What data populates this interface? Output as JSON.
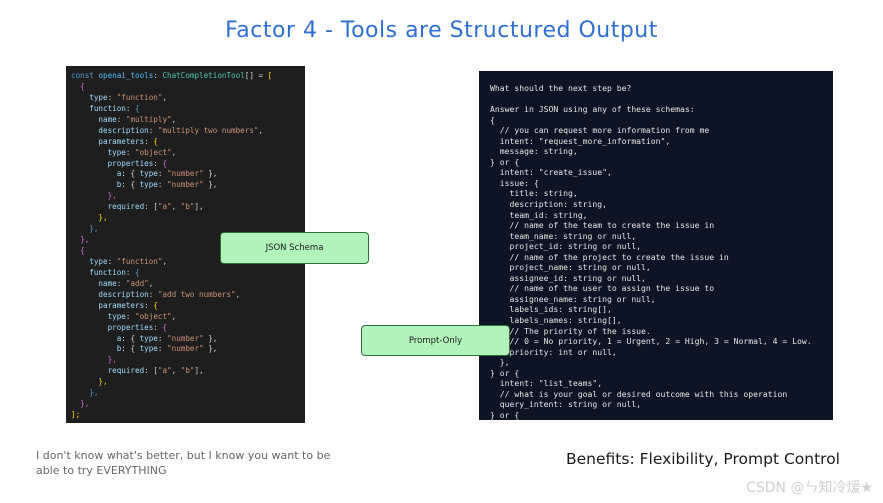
{
  "title": "Factor 4 - Tools are Structured Output",
  "colors": {
    "title": "#2f6fd1",
    "label_fill": "#b2f2bb",
    "label_stroke": "#2f6f3a",
    "code_left_bg": "#1e1e1e",
    "code_right_bg": "#0d1424",
    "tok_kw": "#569cd6",
    "tok_key": "#9cdcfe",
    "tok_str": "#ce9178",
    "tok_type": "#4ec9b0",
    "tok_punct": "#d4d4d4",
    "tok_bracket": "#ffd700",
    "tok_bracket2": "#da70d6",
    "tok_var": "#4fc1ff"
  },
  "labels": {
    "json_schema": "JSON Schema",
    "prompt_only": "Prompt-Only"
  },
  "caption": "I don't know what's better, but I know you want to be able to try EVERYTHING",
  "benefits": "Benefits: Flexibility, Prompt Control",
  "watermark": "CSDN @ㄣ知冷煖★",
  "code_left": [
    [
      [
        "const ",
        "kw"
      ],
      [
        "openai_tools",
        "var"
      ],
      [
        ": ",
        "punct"
      ],
      [
        "ChatCompletionTool",
        "type"
      ],
      [
        "[] = ",
        "punct"
      ],
      [
        "[",
        "bracket"
      ]
    ],
    [
      [
        "  ",
        "punct"
      ],
      [
        "{",
        "bracket2"
      ]
    ],
    [
      [
        "    type",
        "key"
      ],
      [
        ": ",
        "punct"
      ],
      [
        "\"function\"",
        "str"
      ],
      [
        ",",
        "punct"
      ]
    ],
    [
      [
        "    function",
        "key"
      ],
      [
        ": ",
        "punct"
      ],
      [
        "{",
        "kw"
      ]
    ],
    [
      [
        "      name",
        "key"
      ],
      [
        ": ",
        "punct"
      ],
      [
        "\"multiply\"",
        "str"
      ],
      [
        ",",
        "punct"
      ]
    ],
    [
      [
        "      description",
        "key"
      ],
      [
        ": ",
        "punct"
      ],
      [
        "\"multiply two numbers\"",
        "str"
      ],
      [
        ",",
        "punct"
      ]
    ],
    [
      [
        "      parameters",
        "key"
      ],
      [
        ": ",
        "punct"
      ],
      [
        "{",
        "bracket"
      ]
    ],
    [
      [
        "        type",
        "key"
      ],
      [
        ": ",
        "punct"
      ],
      [
        "\"object\"",
        "str"
      ],
      [
        ",",
        "punct"
      ]
    ],
    [
      [
        "        properties",
        "key"
      ],
      [
        ": ",
        "punct"
      ],
      [
        "{",
        "bracket2"
      ]
    ],
    [
      [
        "          a",
        "key"
      ],
      [
        ": { ",
        "punct"
      ],
      [
        "type",
        "key"
      ],
      [
        ": ",
        "punct"
      ],
      [
        "\"number\"",
        "str"
      ],
      [
        " },",
        "punct"
      ]
    ],
    [
      [
        "          b",
        "key"
      ],
      [
        ": { ",
        "punct"
      ],
      [
        "type",
        "key"
      ],
      [
        ": ",
        "punct"
      ],
      [
        "\"number\"",
        "str"
      ],
      [
        " },",
        "punct"
      ]
    ],
    [
      [
        "        },",
        "bracket2"
      ]
    ],
    [
      [
        "        required",
        "key"
      ],
      [
        ": [",
        "punct"
      ],
      [
        "\"a\"",
        "str"
      ],
      [
        ", ",
        "punct"
      ],
      [
        "\"b\"",
        "str"
      ],
      [
        "],",
        "punct"
      ]
    ],
    [
      [
        "      },",
        "bracket"
      ]
    ],
    [
      [
        "    },",
        "kw"
      ]
    ],
    [
      [
        "  },",
        "bracket2"
      ]
    ],
    [
      [
        "  {",
        "bracket2"
      ]
    ],
    [
      [
        "    type",
        "key"
      ],
      [
        ": ",
        "punct"
      ],
      [
        "\"function\"",
        "str"
      ],
      [
        ",",
        "punct"
      ]
    ],
    [
      [
        "    function",
        "key"
      ],
      [
        ": ",
        "punct"
      ],
      [
        "{",
        "kw"
      ]
    ],
    [
      [
        "      name",
        "key"
      ],
      [
        ": ",
        "punct"
      ],
      [
        "\"add\"",
        "str"
      ],
      [
        ",",
        "punct"
      ]
    ],
    [
      [
        "      description",
        "key"
      ],
      [
        ": ",
        "punct"
      ],
      [
        "\"add two numbers\"",
        "str"
      ],
      [
        ",",
        "punct"
      ]
    ],
    [
      [
        "      parameters",
        "key"
      ],
      [
        ": ",
        "punct"
      ],
      [
        "{",
        "bracket"
      ]
    ],
    [
      [
        "        type",
        "key"
      ],
      [
        ": ",
        "punct"
      ],
      [
        "\"object\"",
        "str"
      ],
      [
        ",",
        "punct"
      ]
    ],
    [
      [
        "        properties",
        "key"
      ],
      [
        ": ",
        "punct"
      ],
      [
        "{",
        "bracket2"
      ]
    ],
    [
      [
        "          a",
        "key"
      ],
      [
        ": { ",
        "punct"
      ],
      [
        "type",
        "key"
      ],
      [
        ": ",
        "punct"
      ],
      [
        "\"number\"",
        "str"
      ],
      [
        " },",
        "punct"
      ]
    ],
    [
      [
        "          b",
        "key"
      ],
      [
        ": { ",
        "punct"
      ],
      [
        "type",
        "key"
      ],
      [
        ": ",
        "punct"
      ],
      [
        "\"number\"",
        "str"
      ],
      [
        " },",
        "punct"
      ]
    ],
    [
      [
        "        },",
        "bracket2"
      ]
    ],
    [
      [
        "        required",
        "key"
      ],
      [
        ": [",
        "punct"
      ],
      [
        "\"a\"",
        "str"
      ],
      [
        ", ",
        "punct"
      ],
      [
        "\"b\"",
        "str"
      ],
      [
        "],",
        "punct"
      ]
    ],
    [
      [
        "      },",
        "bracket"
      ]
    ],
    [
      [
        "    },",
        "kw"
      ]
    ],
    [
      [
        "  },",
        "bracket2"
      ]
    ],
    [
      [
        "];",
        "bracket"
      ]
    ]
  ],
  "code_right": [
    "What should the next step be?",
    "",
    "Answer in JSON using any of these schemas:",
    "{",
    "  // you can request more information from me",
    "  intent: \"request_more_information\",",
    "  message: string,",
    "} or {",
    "  intent: \"create_issue\",",
    "  issue: {",
    "    title: string,",
    "    description: string,",
    "    team_id: string,",
    "    // name of the team to create the issue in",
    "    team_name: string or null,",
    "    project_id: string or null,",
    "    // name of the project to create the issue in",
    "    project_name: string or null,",
    "    assignee_id: string or null,",
    "    // name of the user to assign the issue to",
    "    assignee_name: string or null,",
    "    labels_ids: string[],",
    "    labels_names: string[],",
    "    // The priority of the issue.",
    "    // 0 = No priority, 1 = Urgent, 2 = High, 3 = Normal, 4 = Low.",
    "    priority: int or null,",
    "  },",
    "} or {",
    "  intent: \"list_teams\",",
    "  // what is your goal or desired outcome with this operation",
    "  query_intent: string or null,",
    "} or {"
  ]
}
